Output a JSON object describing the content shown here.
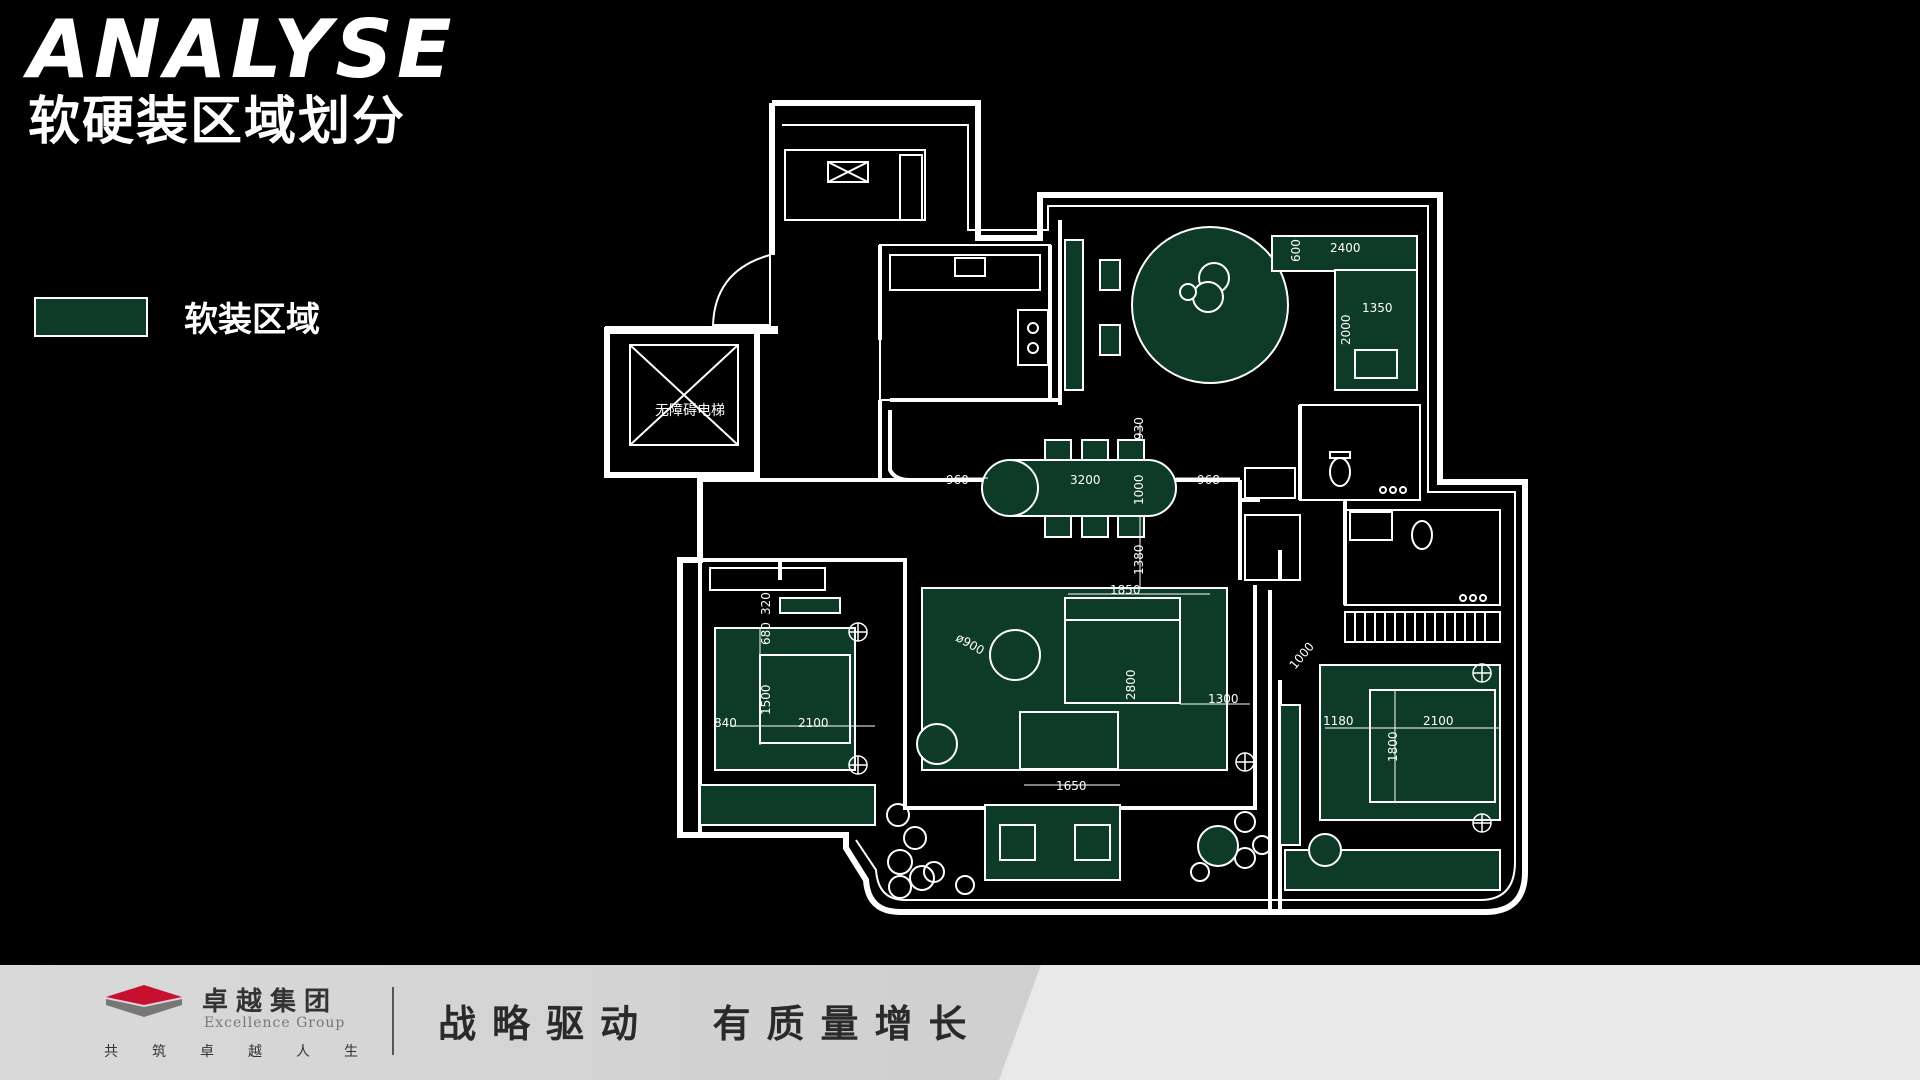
{
  "header": {
    "title_en": "ANALYSE",
    "title_cn": "软硬装区域划分"
  },
  "legend": {
    "label": "软装区域",
    "swatch_color": "#0d3b27"
  },
  "plan": {
    "line_color": "#ffffff",
    "fill_color": "#0d3b27",
    "elevator_label": "无障碍电梯",
    "dimensions": [
      "2400",
      "600",
      "1350",
      "2000",
      "930",
      "960",
      "3200",
      "968",
      "1000",
      "1380",
      "1850",
      "320",
      "680",
      "1500",
      "840",
      "2100",
      "ø900",
      "2800",
      "1300",
      "1650",
      "1000",
      "1180",
      "2100",
      "1800"
    ]
  },
  "footer": {
    "company_cn": "卓越集团",
    "company_en": "Excellence Group",
    "motto": "共筑卓越人生",
    "slogan": "战略驱动  有质量增长"
  }
}
